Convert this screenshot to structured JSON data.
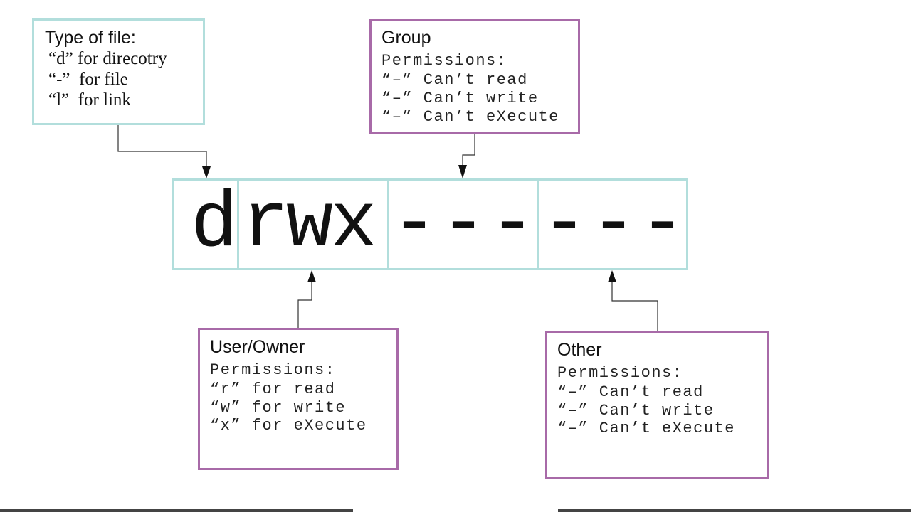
{
  "type_box": {
    "title": "Type of file:",
    "lines": [
      "“d” for direcotry",
      "“-”  for file",
      "“l”  for link"
    ]
  },
  "group_box": {
    "title": "Group",
    "subtitle": "Permissions:",
    "lines": [
      "“–” Can’t read",
      "“–” Can’t write",
      "“–” Can’t eXecute"
    ]
  },
  "user_box": {
    "title": "User/Owner",
    "subtitle": "Permissions:",
    "lines": [
      "“r” for read",
      "“w” for write",
      "“x” for eXecute"
    ]
  },
  "other_box": {
    "title": "Other",
    "subtitle": "Permissions:",
    "lines": [
      "“–” Can’t read",
      "“–” Can’t write",
      "“–” Can’t eXecute"
    ]
  },
  "permission_string": {
    "type_char": "d",
    "user": "rwx",
    "group": "---",
    "other": "---"
  },
  "colors": {
    "teal_border": "#b2dedc",
    "purple_border": "#a86aa8"
  }
}
